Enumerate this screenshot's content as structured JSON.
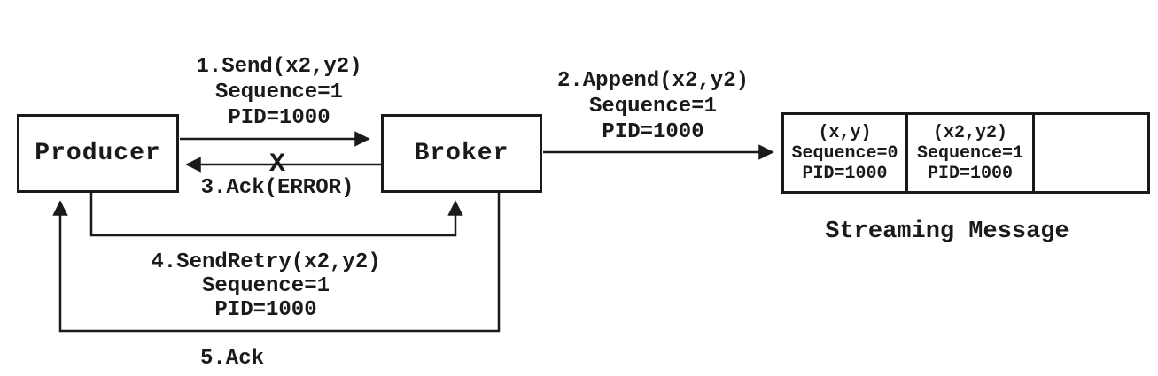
{
  "nodes": {
    "producer": {
      "label": "Producer"
    },
    "broker": {
      "label": "Broker"
    }
  },
  "messages": {
    "send": {
      "line1": "1.Send(x2,y2)",
      "line2": "Sequence=1",
      "line3": "PID=1000"
    },
    "append": {
      "line1": "2.Append(x2,y2)",
      "line2": "Sequence=1",
      "line3": "PID=1000"
    },
    "ack_error": {
      "label": "3.Ack(ERROR)",
      "failure_mark": "X"
    },
    "send_retry": {
      "line1": "4.SendRetry(x2,y2)",
      "line2": "Sequence=1",
      "line3": "PID=1000"
    },
    "ack": {
      "label": "5.Ack"
    }
  },
  "log": {
    "caption": "Streaming Message",
    "cells": [
      {
        "line1": "(x,y)",
        "line2": "Sequence=0",
        "line3": "PID=1000"
      },
      {
        "line1": "(x2,y2)",
        "line2": "Sequence=1",
        "line3": "PID=1000"
      },
      {
        "line1": "",
        "line2": "",
        "line3": ""
      }
    ]
  },
  "colors": {
    "ink": "#1a1a1a",
    "background": "#ffffff"
  }
}
